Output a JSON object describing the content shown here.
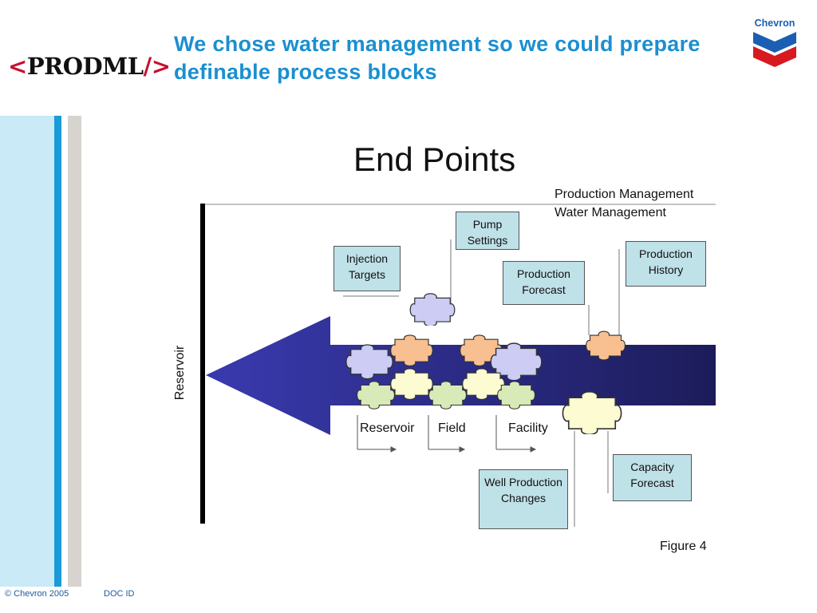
{
  "header": {
    "logo_open": "<",
    "logo_text": "PRODML",
    "logo_close": "/>",
    "title": "We chose water management so we could prepare definable process blocks",
    "brand": "Chevron"
  },
  "diagram": {
    "heading": "End Points",
    "top_right_line1": "Production Management",
    "top_right_line2": "Water Management",
    "vertical_label": "Reservoir",
    "boxes": {
      "pump": "Pump Settings",
      "injection": "Injection Targets",
      "prod_forecast": "Production Forecast",
      "prod_history": "Production History",
      "capacity": "Capacity Forecast",
      "well_changes": "Well Production Changes"
    },
    "stages": [
      "Reservoir",
      "Field",
      "Facility"
    ],
    "figure": "Figure 4"
  },
  "footer": {
    "copyright": "© Chevron 2005",
    "doc_id": "DOC ID"
  },
  "colors": {
    "title": "#1b8fd0",
    "arrow_dark": "#1c1c5a",
    "arrow_light": "#3a3ab0",
    "box_fill": "#bfe1e8",
    "puzzle_lavender": "#ccccf5",
    "puzzle_orange": "#f8c090",
    "puzzle_green": "#d8eab8",
    "puzzle_yellow": "#fdfbd2"
  }
}
